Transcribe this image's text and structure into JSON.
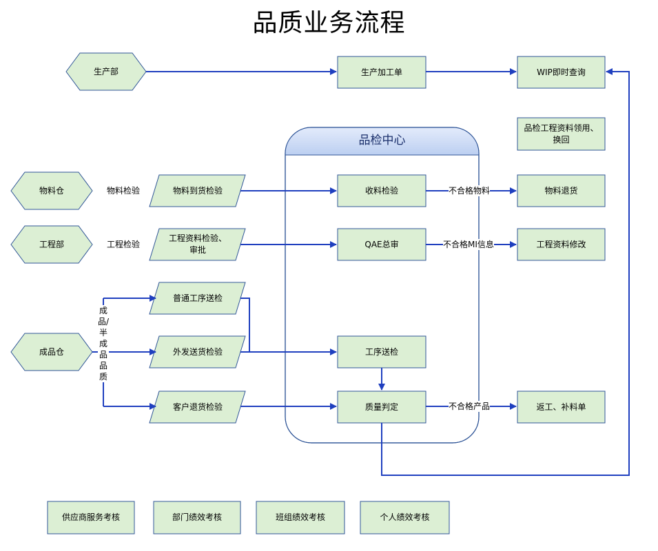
{
  "title": "品质业务流程",
  "container": {
    "title": "品检中心"
  },
  "nodes": {
    "production_dept": "生产部",
    "material_wh": "物料仓",
    "engineering_dept": "工程部",
    "finished_wh": "成品仓",
    "production_order": "生产加工单",
    "wip_query": "WIP即时查询",
    "qc_eng_data": "品检工程资料领用、换回",
    "material_arrival": "物料到货检验",
    "receive_inspect": "收料检验",
    "material_return": "物料退货",
    "eng_data_review": "工程资料检验、审批",
    "qae_review": "QAE总审",
    "eng_data_modify": "工程资料修改",
    "normal_process": "普通工序送检",
    "outsource": "外发送货检验",
    "customer_return": "客户退货检验",
    "process_inspect": "工序送检",
    "quality_judge": "质量判定",
    "rework": "返工、补料单"
  },
  "labels": {
    "material_inspect": "物料检验",
    "eng_inspect": "工程检验",
    "finished_semi_quality": "成品/半成品品质",
    "nonconforming_material": "不合格物料",
    "nonconforming_mi": "不合格MI信息",
    "nonconforming_product": "不合格产品"
  },
  "bottom": [
    "供应商服务考核",
    "部门绩效考核",
    "班组绩效考核",
    "个人绩效考核"
  ],
  "colors": {
    "node_fill": "#dcefd4",
    "node_stroke": "#2f5597",
    "edge": "#1f3fbf",
    "container_header": "#c4d5f3"
  }
}
